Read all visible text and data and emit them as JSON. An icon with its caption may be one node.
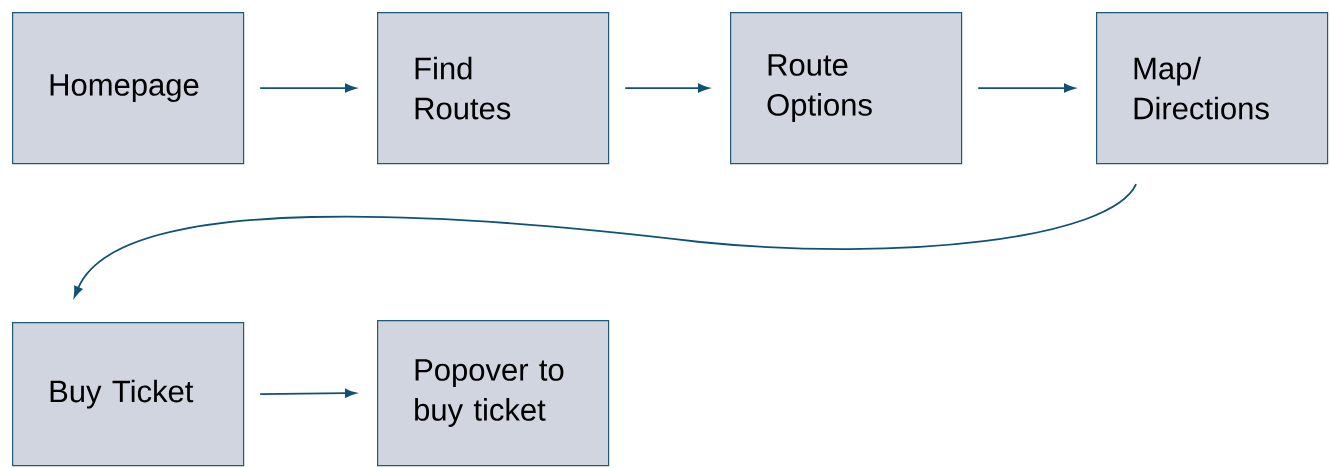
{
  "diagram": {
    "nodes": [
      {
        "text": [
          "Homepage"
        ]
      },
      {
        "text": [
          "Find Routes"
        ]
      },
      {
        "text": [
          "Route Options"
        ]
      },
      {
        "text": [
          "Map/ Directions"
        ]
      },
      {
        "text": [
          "Buy Ticket"
        ]
      },
      {
        "text": [
          "Popover to buy ticket"
        ]
      }
    ],
    "edges": [
      {
        "from": 0,
        "to": 1,
        "arrow": "to"
      },
      {
        "from": 1,
        "to": 2,
        "arrow": "to"
      },
      {
        "from": 2,
        "to": 3,
        "arrow": "to"
      },
      {
        "from": 3,
        "to": 4,
        "arrow": "to"
      },
      {
        "from": 4,
        "to": 5,
        "arrow": "to"
      }
    ]
  }
}
